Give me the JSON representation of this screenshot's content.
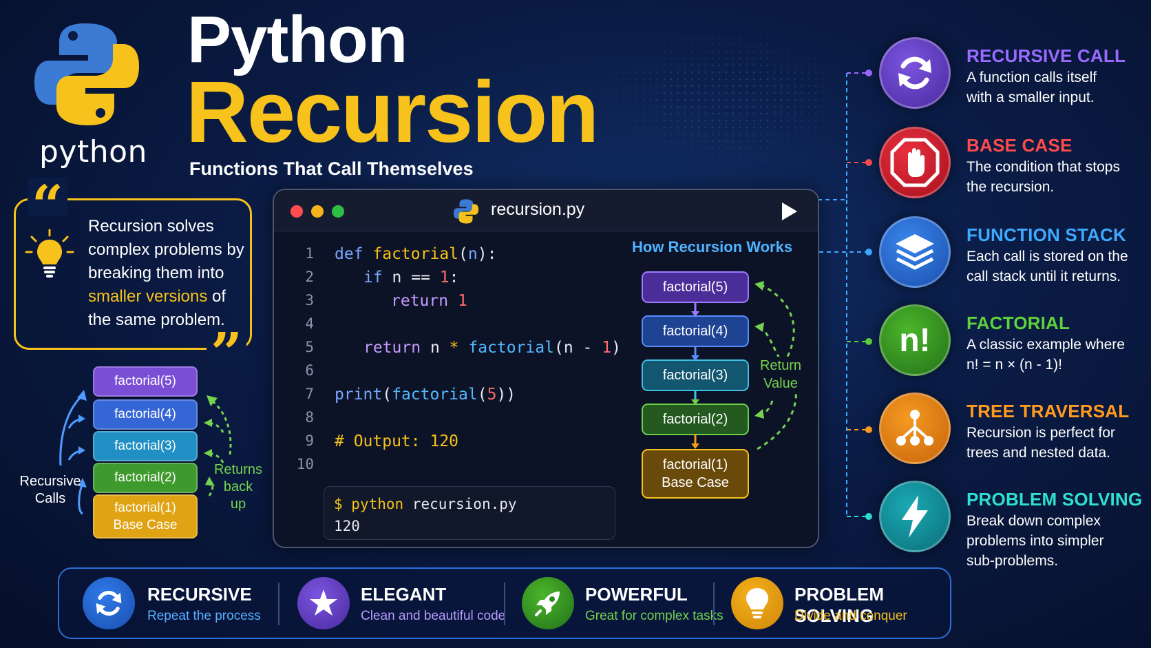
{
  "logo": {
    "word": "python"
  },
  "header": {
    "title_line1": "Python",
    "title_line2": "Recursion",
    "subtitle": "Functions That Call Themselves"
  },
  "quote": {
    "open_mark": "“",
    "close_mark": "”",
    "text_before": "Recursion solves complex problems by breaking them into ",
    "highlight": "smaller versions",
    "text_after": " of the same problem."
  },
  "left_stack": {
    "items": [
      {
        "label": "factorial(5)",
        "color": "#7a4fd6"
      },
      {
        "label": "factorial(4)",
        "color": "#3566d6"
      },
      {
        "label": "factorial(3)",
        "color": "#1f8fc4"
      },
      {
        "label": "factorial(2)",
        "color": "#3f9a2e"
      },
      {
        "label": "factorial(1)",
        "sublabel": "Base Case",
        "color": "#e0a313"
      }
    ],
    "left_label_line1": "Recursive",
    "left_label_line2": "Calls",
    "right_label_line1": "Returns",
    "right_label_line2": "back",
    "right_label_line3": "up"
  },
  "editor": {
    "file_name": "recursion.py",
    "line_numbers": [
      "1",
      "2",
      "3",
      "4",
      "5",
      "6",
      "7",
      "8",
      "9",
      "10"
    ],
    "code": {
      "l1_def": "def ",
      "l1_fn": "factorial",
      "l1_rest_a": "(",
      "l1_param": "n",
      "l1_rest_b": "):",
      "l2_if": "if ",
      "l2_cond": "n == ",
      "l2_num": "1",
      "l2_colon": ":",
      "l3_return": "return ",
      "l3_num": "1",
      "l5_return": "return ",
      "l5_n": "n ",
      "l5_star": "* ",
      "l5_fn": "factorial",
      "l5_paren": "(n - ",
      "l5_num": "1",
      "l5_close": ")",
      "l7_print": "print",
      "l7_open": "(",
      "l7_fn": "factorial",
      "l7_open2": "(",
      "l7_num": "5",
      "l7_close": "))",
      "l9_comment": "# Output: 120"
    },
    "terminal": {
      "prompt": "$ ",
      "command_a": "python",
      "command_b": " recursion.py",
      "output": "120"
    }
  },
  "how_recursion_works": {
    "title": "How Recursion Works",
    "items": [
      {
        "label": "factorial(5)",
        "color": "#4b2d9a",
        "border": "#9b7bff"
      },
      {
        "label": "factorial(4)",
        "color": "#1f4393",
        "border": "#5a8cff"
      },
      {
        "label": "factorial(3)",
        "color": "#12566f",
        "border": "#3fc1e6"
      },
      {
        "label": "factorial(2)",
        "color": "#245a20",
        "border": "#6fd04a"
      },
      {
        "label": "factorial(1)",
        "sublabel": "Base Case",
        "color": "#6a4a0a",
        "border": "#f7c21b"
      }
    ],
    "return_label_line1": "Return",
    "return_label_line2": "Value"
  },
  "features": [
    {
      "icon": "refresh-icon",
      "title": "RECURSIVE CALL",
      "desc_line1": "A function calls itself",
      "desc_line2": "with a smaller input.",
      "color": "#9b6bff",
      "bg": "#5b35b8"
    },
    {
      "icon": "stop-hand-icon",
      "title": "BASE CASE",
      "desc_line1": "The condition that stops",
      "desc_line2": "the recursion.",
      "color": "#ff4b4b",
      "bg": "#c8182a"
    },
    {
      "icon": "layers-icon",
      "title": "FUNCTION STACK",
      "desc_line1": "Each call is stored on the",
      "desc_line2": "call stack until it returns.",
      "color": "#3fa9ff",
      "bg": "#1f5fc9"
    },
    {
      "icon": "factorial-icon",
      "title": "FACTORIAL",
      "desc_line1": "A classic example where",
      "desc_line2": "n! = n × (n - 1)!",
      "color": "#5ed13b",
      "bg": "#2f8a1e",
      "icon_text": "n!"
    },
    {
      "icon": "tree-icon",
      "title": "TREE TRAVERSAL",
      "desc_line1": "Recursion is perfect for",
      "desc_line2": "trees and nested data.",
      "color": "#ff9b1f",
      "bg": "#e0770c"
    },
    {
      "icon": "lightning-icon",
      "title": "PROBLEM SOLVING",
      "desc_line1": "Break down complex",
      "desc_line2": "problems into simpler",
      "desc_line3": "sub-problems.",
      "color": "#2ee0d0",
      "bg": "#0f8f9a"
    }
  ],
  "bottom_bar": [
    {
      "icon": "refresh-icon",
      "title": "RECURSIVE",
      "sub": "Repeat the process",
      "bg": "#1f63d6",
      "sub_color": "#58b0ff"
    },
    {
      "icon": "star-icon",
      "title": "ELEGANT",
      "sub": "Clean and beautiful code",
      "bg": "#6a3fd0",
      "sub_color": "#b89bff"
    },
    {
      "icon": "rocket-icon",
      "title": "POWERFUL",
      "sub": "Great for complex tasks",
      "bg": "#2f8a1e",
      "sub_color": "#74d34f"
    },
    {
      "icon": "lightbulb-icon",
      "title": "PROBLEM SOLVING",
      "sub": "Divide and conquer",
      "bg": "#e09a0c",
      "sub_color": "#f7c21b"
    }
  ]
}
